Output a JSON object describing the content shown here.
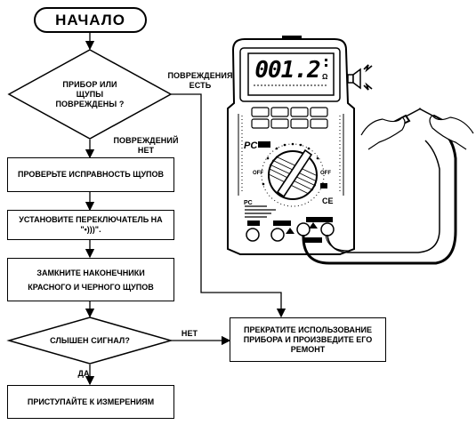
{
  "flowchart": {
    "start": "НАЧАЛО",
    "decision1": "ПРИБОР ИЛИ\nЩУПЫ\nПОВРЕЖДЕНЫ ?",
    "damage_yes": "ПОВРЕЖДЕНИЯ\nЕСТЬ",
    "damage_no": "ПОВРЕЖДЕНИЙ\nНЕТ",
    "step_check_probes": "ПРОВЕРЬТЕ ИСПРАВНОСТЬ ЩУПОВ",
    "step_set_switch": "УСТАНОВИТЕ ПЕРЕКЛЮЧАТЕЛЬ НА\n\"•)))\".",
    "step_short_tips": "ЗАМКНИТЕ НАКОНЕЧНИКИ\nКРАСНОГО И ЧЕРНОГО ЩУПОВ",
    "decision2": "СЛЫШЕН СИГНАЛ?",
    "answer_no": "НЕТ",
    "answer_yes": "ДА",
    "stop_box": "ПРЕКРАТИТЕ ИСПОЛЬЗОВАНИЕ\nПРИБОРА И ПРОИЗВЕДИТЕ ЕГО\nРЕМОНТ",
    "proceed_box": "ПРИСТУПАЙТЕ К ИЗМЕРЕНИЯМ"
  },
  "meter": {
    "display_value": "001.2",
    "display_unit": "Ω",
    "switch_off_left": "OFF",
    "switch_off_right": "OFF",
    "ce_mark": "CE"
  }
}
